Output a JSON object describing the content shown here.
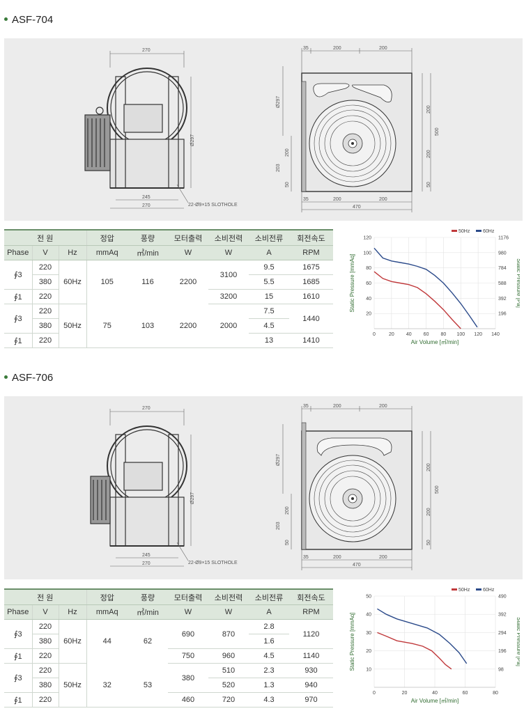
{
  "sections": [
    {
      "title": "ASF-704",
      "drawing": {
        "side": {
          "top": "270",
          "bottom1": "245",
          "bottom2": "270",
          "height": "Ø297",
          "note": "22-Ø9×15 SLOTHOLE"
        },
        "front": {
          "top1": "35",
          "top2": "200",
          "top3": "200",
          "left1": "Ø297",
          "left2": "200",
          "left3": "203",
          "left4": "50",
          "right1": "200",
          "right2": "500",
          "right3": "200",
          "right4": "50",
          "bottom1": "35",
          "bottom2": "200",
          "bottom3": "200",
          "bottom4": "470"
        }
      },
      "table": {
        "head1": {
          "power": "전 원",
          "pressure": "정압",
          "flow": "풍량",
          "motor": "모터출력",
          "consumption": "소비전력",
          "current": "소비전류",
          "speed": "회전속도"
        },
        "head2": {
          "phase": "Phase",
          "v": "V",
          "hz": "Hz",
          "pressure": "mmAq",
          "flow": "㎥/min",
          "motor": "W",
          "consumption": "W",
          "current": "A",
          "speed": "RPM"
        },
        "rows": {
          "p3a": "∮3",
          "v1": "220",
          "v2": "380",
          "hz60": "60Hz",
          "pr60": "105",
          "fl60": "116",
          "mo60": "2200",
          "cw60": "3100",
          "a1": "9.5",
          "a2": "5.5",
          "r1": "1675",
          "r2": "1685",
          "p1a": "∮1",
          "v3": "220",
          "cw3": "3200",
          "a3": "15",
          "r3": "1610",
          "p3b": "∮3",
          "v4": "220",
          "v5": "380",
          "hz50": "50Hz",
          "pr50": "75",
          "fl50": "103",
          "mo50": "2200",
          "cw50": "2000",
          "a4": "7.5",
          "a5": "4.5",
          "r45": "1440",
          "p1b": "∮1",
          "v6": "220",
          "a6": "13",
          "r6": "1410"
        }
      }
    },
    {
      "title": "ASF-706",
      "drawing": {
        "side": {
          "top": "270",
          "bottom1": "245",
          "bottom2": "270",
          "height": "Ø297",
          "note": "22-Ø9×15 SLOTHOLE"
        },
        "front": {
          "top1": "35",
          "top2": "200",
          "top3": "200",
          "left1": "Ø297",
          "left2": "200",
          "left3": "203",
          "left4": "50",
          "right1": "200",
          "right2": "500",
          "right3": "200",
          "right4": "50",
          "bottom1": "35",
          "bottom2": "200",
          "bottom3": "200",
          "bottom4": "470"
        }
      },
      "table": {
        "head1": {
          "power": "전 원",
          "pressure": "정압",
          "flow": "풍량",
          "motor": "모터출력",
          "consumption": "소비전력",
          "current": "소비전류",
          "speed": "회전속도"
        },
        "head2": {
          "phase": "Phase",
          "v": "V",
          "hz": "Hz",
          "pressure": "mmAq",
          "flow": "㎥/min",
          "motor": "W",
          "consumption": "W",
          "current": "A",
          "speed": "RPM"
        },
        "rows": {
          "p3a": "∮3",
          "v1": "220",
          "v2": "380",
          "hz60": "60Hz",
          "pr60": "44",
          "fl60": "62",
          "mo60": "690",
          "cw60": "870",
          "a1": "2.8",
          "a2": "1.6",
          "r12": "1120",
          "p1a": "∮1",
          "v3": "220",
          "mo3": "750",
          "cw3": "960",
          "a3": "4.5",
          "r3": "1140",
          "p3b": "∮3",
          "v4": "220",
          "v5": "380",
          "hz50": "50Hz",
          "pr50": "32",
          "fl50": "53",
          "mo45": "380",
          "cw4": "510",
          "cw5": "520",
          "a4": "2.3",
          "a5": "1.3",
          "r4": "930",
          "r5": "940",
          "p1b": "∮1",
          "v6": "220",
          "mo6": "460",
          "cw6": "720",
          "a6": "4.3",
          "r6": "970"
        }
      }
    }
  ],
  "chart_data": [
    {
      "type": "line",
      "xlabel": "Air Volume [㎥/min]",
      "ylabel": "Static Pressure [mmAq]",
      "y2label": "Static Pressure [Pa]",
      "xlim": [
        0,
        140
      ],
      "ylim": [
        0,
        120
      ],
      "xticks": [
        "0",
        "20",
        "40",
        "60",
        "80",
        "100",
        "120",
        "140"
      ],
      "yticks": [
        "20",
        "40",
        "60",
        "80",
        "100",
        "120"
      ],
      "y2ticks": [
        "196",
        "392",
        "588",
        "784",
        "980",
        "1176"
      ],
      "legend_placement": "top-right",
      "series": [
        {
          "name": "50Hz",
          "color": "#c0393b",
          "points": [
            [
              0,
              75
            ],
            [
              10,
              66
            ],
            [
              20,
              62
            ],
            [
              30,
              60
            ],
            [
              40,
              58
            ],
            [
              50,
              54
            ],
            [
              60,
              46
            ],
            [
              70,
              36
            ],
            [
              80,
              25
            ],
            [
              90,
              12
            ],
            [
              100,
              0
            ]
          ]
        },
        {
          "name": "60Hz",
          "color": "#2b4a8a",
          "points": [
            [
              0,
              106
            ],
            [
              10,
              93
            ],
            [
              20,
              89
            ],
            [
              30,
              87
            ],
            [
              40,
              85
            ],
            [
              50,
              82
            ],
            [
              60,
              78
            ],
            [
              70,
              70
            ],
            [
              80,
              60
            ],
            [
              90,
              47
            ],
            [
              100,
              33
            ],
            [
              110,
              17
            ],
            [
              119,
              2
            ]
          ]
        }
      ]
    },
    {
      "type": "line",
      "xlabel": "Air Volume [㎥/min]",
      "ylabel": "Static Pressure [mmAq]",
      "y2label": "Static Pressure [Pa]",
      "xlim": [
        0,
        80
      ],
      "ylim": [
        0,
        50
      ],
      "xticks": [
        "0",
        "20",
        "40",
        "60",
        "80"
      ],
      "yticks": [
        "10",
        "20",
        "30",
        "40",
        "50"
      ],
      "y2ticks": [
        "98",
        "196",
        "294",
        "392",
        "490"
      ],
      "legend_placement": "top-right",
      "series": [
        {
          "name": "50Hz",
          "color": "#c0393b",
          "points": [
            [
              2,
              30
            ],
            [
              8,
              28
            ],
            [
              15,
              25.5
            ],
            [
              25,
              24
            ],
            [
              32,
              22.5
            ],
            [
              38,
              20
            ],
            [
              43,
              16
            ],
            [
              47,
              12.5
            ],
            [
              51,
              10
            ]
          ]
        },
        {
          "name": "60Hz",
          "color": "#2b4a8a",
          "points": [
            [
              2,
              43
            ],
            [
              8,
              40
            ],
            [
              15,
              37.5
            ],
            [
              25,
              35
            ],
            [
              35,
              32.5
            ],
            [
              43,
              29
            ],
            [
              50,
              24
            ],
            [
              56,
              19
            ],
            [
              61,
              13
            ]
          ]
        }
      ]
    }
  ]
}
